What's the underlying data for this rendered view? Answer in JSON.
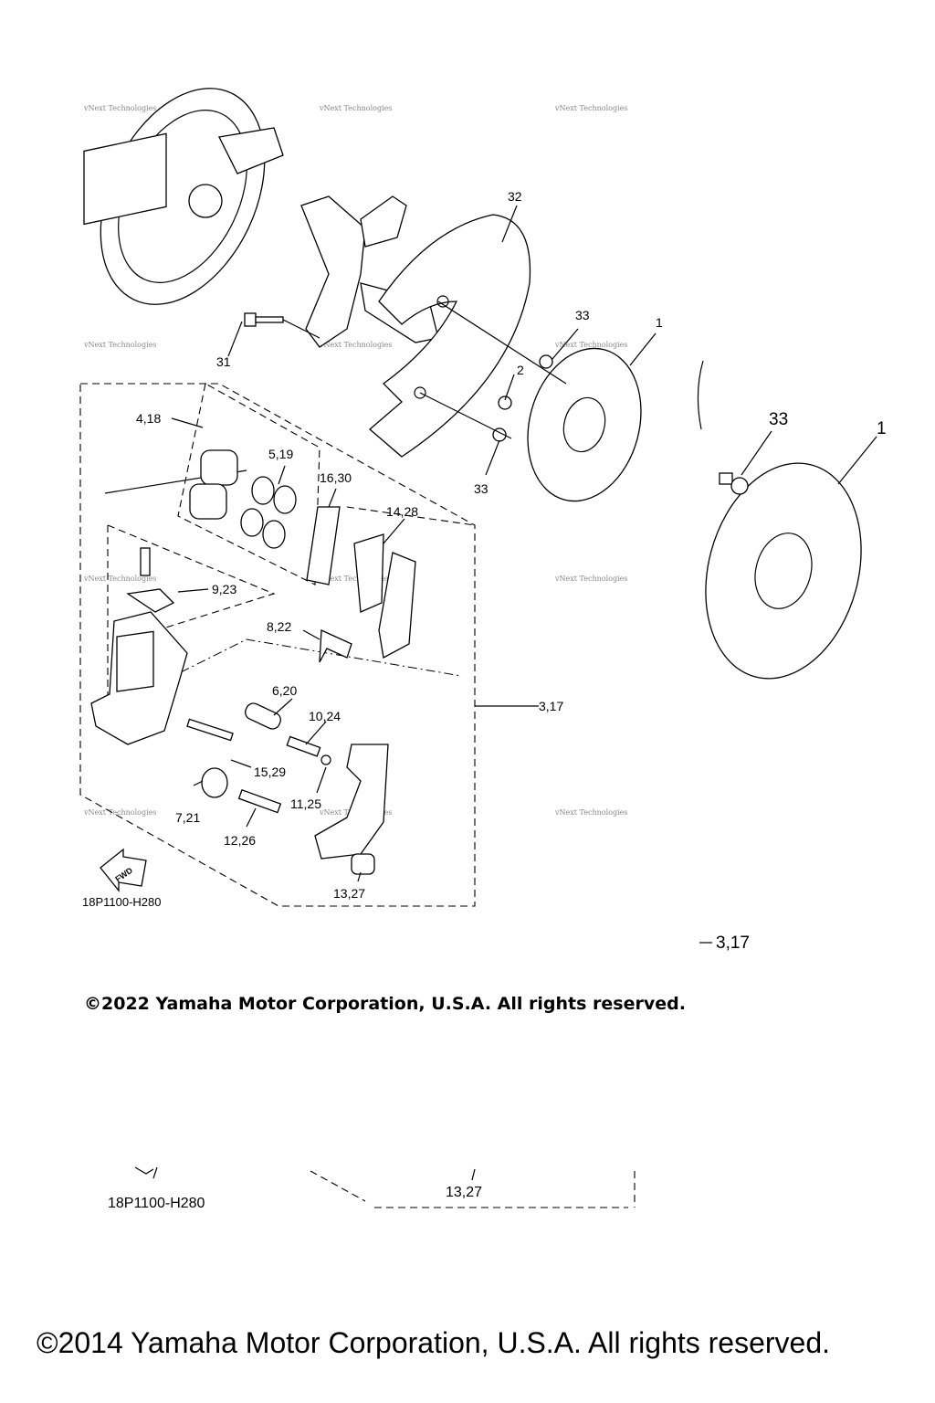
{
  "callouts": {
    "c32": "32",
    "c33a": "33",
    "c1a": "1",
    "c31": "31",
    "c2": "2",
    "c33b": "33",
    "c4_18": "4,18",
    "c5_19": "5,19",
    "c16_30": "16,30",
    "c14_28": "14,28",
    "c9_23": "9,23",
    "c8_22": "8,22",
    "c6_20": "6,20",
    "c10_24": "10,24",
    "c3_17": "3,17",
    "c15_29": "15,29",
    "c11_25": "11,25",
    "c7_21": "7,21",
    "c12_26": "12,26",
    "c13_27": "13,27",
    "c33_zoom": "33",
    "c1_zoom": "1",
    "c3_17_zoom": "3,17",
    "c13_27_zoom": "13,27"
  },
  "diagram_code": "18P1100-H280",
  "diagram_code_zoom": "18P1100-H280",
  "fwd_label": "FWD",
  "watermark": "vNext Technologies",
  "copyright_2022": "©2022 Yamaha Motor Corporation, U.S.A. All rights reserved.",
  "copyright_2014": "©2014 Yamaha Motor Corporation, U.S.A. All rights reserved."
}
